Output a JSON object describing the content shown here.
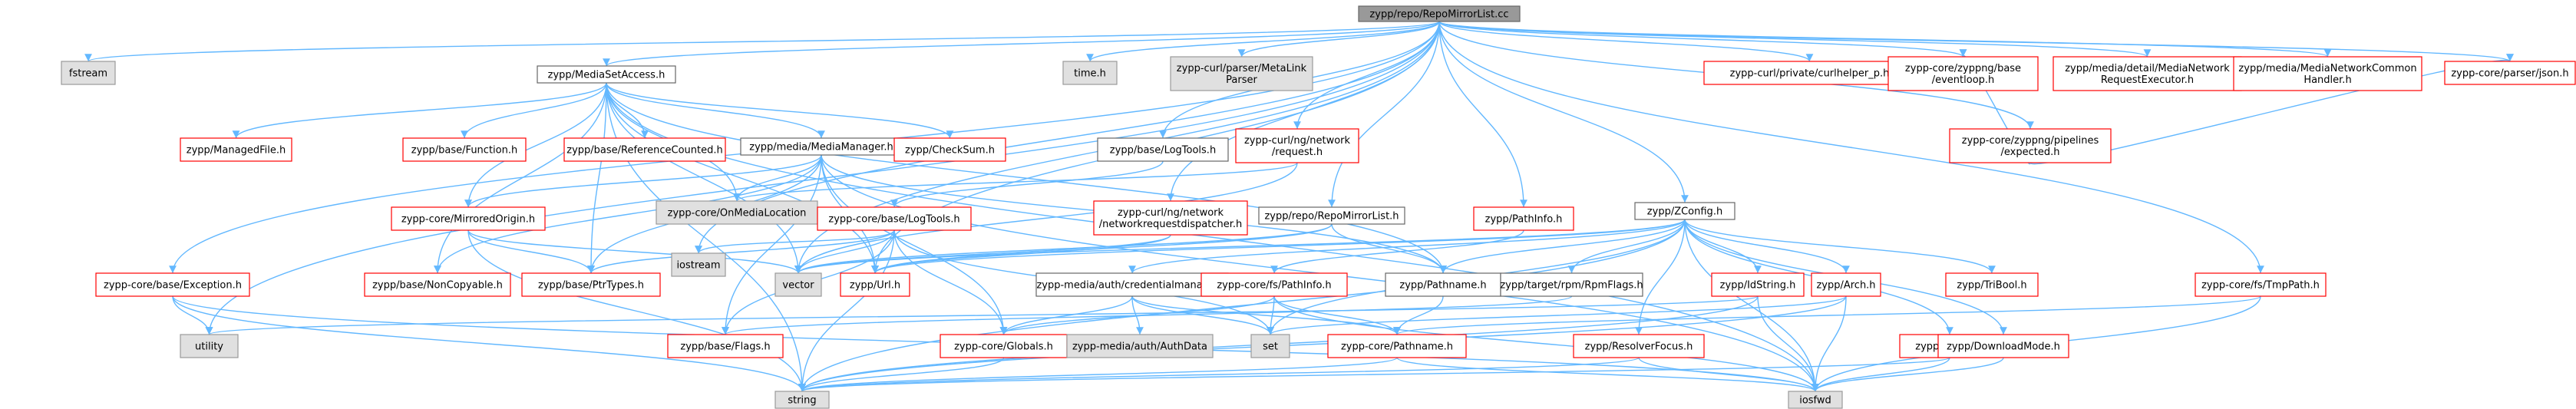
{
  "title": "zypp/repo/RepoMirrorList.cc",
  "colors": {
    "edge": "#63b8ff",
    "root_fill": "#999999",
    "root_border": "#666666",
    "internal_fill": "#ffffff",
    "internal_border": "#666666",
    "external_fill": "#e0e0e0",
    "external_border": "#999999",
    "missing_fill": "#ffffff",
    "missing_border": "#ff0000"
  },
  "nodes": [
    {
      "id": "root",
      "label": [
        "zypp/repo/RepoMirrorList.cc"
      ],
      "kind": "root"
    },
    {
      "id": "fstream",
      "label": [
        "fstream"
      ],
      "kind": "external"
    },
    {
      "id": "mediasetaccess",
      "label": [
        "zypp/MediaSetAccess.h"
      ],
      "kind": "internal"
    },
    {
      "id": "time",
      "label": [
        "time.h"
      ],
      "kind": "external"
    },
    {
      "id": "metalinkparser",
      "label": [
        "zypp-curl/parser/MetaLink",
        "Parser"
      ],
      "kind": "external"
    },
    {
      "id": "curlhelper",
      "label": [
        "zypp-curl/private/curlhelper_p.h"
      ],
      "kind": "missing"
    },
    {
      "id": "eventloop",
      "label": [
        "zypp-core/zyppng/base",
        "/eventloop.h"
      ],
      "kind": "missing"
    },
    {
      "id": "mnre",
      "label": [
        "zypp/media/detail/MediaNetwork",
        "RequestExecutor.h"
      ],
      "kind": "missing"
    },
    {
      "id": "mnch",
      "label": [
        "zypp/media/MediaNetworkCommon",
        "Handler.h"
      ],
      "kind": "missing"
    },
    {
      "id": "json",
      "label": [
        "zypp-core/parser/json.h"
      ],
      "kind": "missing"
    },
    {
      "id": "managedfile",
      "label": [
        "zypp/ManagedFile.h"
      ],
      "kind": "missing"
    },
    {
      "id": "function",
      "label": [
        "zypp/base/Function.h"
      ],
      "kind": "missing"
    },
    {
      "id": "refcounted",
      "label": [
        "zypp/base/ReferenceCounted.h"
      ],
      "kind": "missing"
    },
    {
      "id": "mediamanager",
      "label": [
        "zypp/media/MediaManager.h"
      ],
      "kind": "internal"
    },
    {
      "id": "checksum",
      "label": [
        "zypp/CheckSum.h"
      ],
      "kind": "missing"
    },
    {
      "id": "baselogtools",
      "label": [
        "zypp/base/LogTools.h"
      ],
      "kind": "internal"
    },
    {
      "id": "netrequest",
      "label": [
        "zypp-curl/ng/network",
        "/request.h"
      ],
      "kind": "missing"
    },
    {
      "id": "expected",
      "label": [
        "zypp-core/zyppng/pipelines",
        "/expected.h"
      ],
      "kind": "missing"
    },
    {
      "id": "mirroredorigin",
      "label": [
        "zypp-core/MirroredOrigin.h"
      ],
      "kind": "missing"
    },
    {
      "id": "onmedialocation",
      "label": [
        "zypp-core/OnMediaLocation"
      ],
      "kind": "external"
    },
    {
      "id": "corelogtools",
      "label": [
        "zypp-core/base/LogTools.h"
      ],
      "kind": "missing"
    },
    {
      "id": "nrdispatcher",
      "label": [
        "zypp-curl/ng/network",
        "/networkrequestdispatcher.h"
      ],
      "kind": "missing"
    },
    {
      "id": "repomirrorlist",
      "label": [
        "zypp/repo/RepoMirrorList.h"
      ],
      "kind": "internal"
    },
    {
      "id": "pathinfo",
      "label": [
        "zypp/PathInfo.h"
      ],
      "kind": "missing"
    },
    {
      "id": "zconfig",
      "label": [
        "zypp/ZConfig.h"
      ],
      "kind": "internal"
    },
    {
      "id": "iostream",
      "label": [
        "iostream"
      ],
      "kind": "external"
    },
    {
      "id": "exception",
      "label": [
        "zypp-core/base/Exception.h"
      ],
      "kind": "missing"
    },
    {
      "id": "noncopyable",
      "label": [
        "zypp/base/NonCopyable.h"
      ],
      "kind": "missing"
    },
    {
      "id": "ptrtypes",
      "label": [
        "zypp/base/PtrTypes.h"
      ],
      "kind": "missing"
    },
    {
      "id": "vector",
      "label": [
        "vector"
      ],
      "kind": "external"
    },
    {
      "id": "url",
      "label": [
        "zypp/Url.h"
      ],
      "kind": "missing"
    },
    {
      "id": "credmanager",
      "label": [
        "zypp-media/auth/credentialmanager.h"
      ],
      "kind": "internal"
    },
    {
      "id": "fspathinfo",
      "label": [
        "zypp-core/fs/PathInfo.h"
      ],
      "kind": "missing"
    },
    {
      "id": "pathname",
      "label": [
        "zypp/Pathname.h"
      ],
      "kind": "internal"
    },
    {
      "id": "rpmflags",
      "label": [
        "zypp/target/rpm/RpmFlags.h"
      ],
      "kind": "internal"
    },
    {
      "id": "idstring",
      "label": [
        "zypp/IdString.h"
      ],
      "kind": "missing"
    },
    {
      "id": "arch",
      "label": [
        "zypp/Arch.h"
      ],
      "kind": "missing"
    },
    {
      "id": "tribool",
      "label": [
        "zypp/TriBool.h"
      ],
      "kind": "missing"
    },
    {
      "id": "tmppath",
      "label": [
        "zypp-core/fs/TmpPath.h"
      ],
      "kind": "missing"
    },
    {
      "id": "utility",
      "label": [
        "utility"
      ],
      "kind": "external"
    },
    {
      "id": "flags",
      "label": [
        "zypp/base/Flags.h"
      ],
      "kind": "missing"
    },
    {
      "id": "globals",
      "label": [
        "zypp-core/Globals.h"
      ],
      "kind": "missing"
    },
    {
      "id": "authdata",
      "label": [
        "zypp-media/auth/AuthData"
      ],
      "kind": "external"
    },
    {
      "id": "set",
      "label": [
        "set"
      ],
      "kind": "external"
    },
    {
      "id": "corepathname",
      "label": [
        "zypp-core/Pathname.h"
      ],
      "kind": "missing"
    },
    {
      "id": "resolverfocus",
      "label": [
        "zypp/ResolverFocus.h"
      ],
      "kind": "missing"
    },
    {
      "id": "locale",
      "label": [
        "zypp/Locale.h"
      ],
      "kind": "missing"
    },
    {
      "id": "downloadmode",
      "label": [
        "zypp/DownloadMode.h"
      ],
      "kind": "missing"
    },
    {
      "id": "string",
      "label": [
        "string"
      ],
      "kind": "external"
    },
    {
      "id": "iosfwd",
      "label": [
        "iosfwd"
      ],
      "kind": "external"
    }
  ],
  "edges": [
    [
      "root",
      "fstream"
    ],
    [
      "root",
      "mediasetaccess"
    ],
    [
      "root",
      "time"
    ],
    [
      "root",
      "metalinkparser"
    ],
    [
      "root",
      "curlhelper"
    ],
    [
      "root",
      "eventloop"
    ],
    [
      "root",
      "mnre"
    ],
    [
      "root",
      "mnch"
    ],
    [
      "root",
      "json"
    ],
    [
      "root",
      "baselogtools"
    ],
    [
      "root",
      "netrequest"
    ],
    [
      "root",
      "expected"
    ],
    [
      "root",
      "nrdispatcher"
    ],
    [
      "root",
      "repomirrorlist"
    ],
    [
      "root",
      "pathinfo"
    ],
    [
      "root",
      "zconfig"
    ],
    [
      "root",
      "tmppath"
    ],
    [
      "root",
      "exception"
    ],
    [
      "root",
      "utility"
    ],
    [
      "root",
      "iostream"
    ],
    [
      "root",
      "vector"
    ],
    [
      "root",
      "url"
    ],
    [
      "mediasetaccess",
      "managedfile"
    ],
    [
      "mediasetaccess",
      "function"
    ],
    [
      "mediasetaccess",
      "refcounted"
    ],
    [
      "mediasetaccess",
      "mediamanager"
    ],
    [
      "mediasetaccess",
      "checksum"
    ],
    [
      "mediasetaccess",
      "mirroredorigin"
    ],
    [
      "mediasetaccess",
      "noncopyable"
    ],
    [
      "mediasetaccess",
      "ptrtypes"
    ],
    [
      "mediasetaccess",
      "vector"
    ],
    [
      "mediasetaccess",
      "url"
    ],
    [
      "mediasetaccess",
      "pathname"
    ],
    [
      "mediasetaccess",
      "iosfwd"
    ],
    [
      "mediasetaccess",
      "string"
    ],
    [
      "mediasetaccess",
      "onmedialocation"
    ],
    [
      "mediamanager",
      "mirroredorigin"
    ],
    [
      "mediamanager",
      "onmedialocation"
    ],
    [
      "mediamanager",
      "noncopyable"
    ],
    [
      "mediamanager",
      "ptrtypes"
    ],
    [
      "mediamanager",
      "pathname"
    ],
    [
      "mediamanager",
      "url"
    ],
    [
      "mediamanager",
      "globals"
    ],
    [
      "mediamanager",
      "flags"
    ],
    [
      "mediamanager",
      "iosfwd"
    ],
    [
      "mirroredorigin",
      "vector"
    ],
    [
      "mirroredorigin",
      "string"
    ],
    [
      "mirroredorigin",
      "ptrtypes"
    ],
    [
      "baselogtools",
      "corelogtools"
    ],
    [
      "corelogtools",
      "iostream"
    ],
    [
      "corelogtools",
      "vector"
    ],
    [
      "corelogtools",
      "string"
    ],
    [
      "corelogtools",
      "globals"
    ],
    [
      "corelogtools",
      "ptrtypes"
    ],
    [
      "corelogtools",
      "set"
    ],
    [
      "corelogtools",
      "flags"
    ],
    [
      "netrequest",
      "onmedialocation"
    ],
    [
      "netrequest",
      "vector"
    ],
    [
      "expected",
      "json"
    ],
    [
      "expected",
      "eventloop"
    ],
    [
      "nrdispatcher",
      "vector"
    ],
    [
      "nrdispatcher",
      "url"
    ],
    [
      "repomirrorlist",
      "vector"
    ],
    [
      "repomirrorlist",
      "pathname"
    ],
    [
      "repomirrorlist",
      "url"
    ],
    [
      "pathinfo",
      "fspathinfo"
    ],
    [
      "zconfig",
      "vector"
    ],
    [
      "zconfig",
      "set"
    ],
    [
      "zconfig",
      "url"
    ],
    [
      "zconfig",
      "pathname"
    ],
    [
      "zconfig",
      "rpmflags"
    ],
    [
      "zconfig",
      "idstring"
    ],
    [
      "zconfig",
      "arch"
    ],
    [
      "zconfig",
      "tribool"
    ],
    [
      "zconfig",
      "locale"
    ],
    [
      "zconfig",
      "downloadmode"
    ],
    [
      "zconfig",
      "resolverfocus"
    ],
    [
      "zconfig",
      "iosfwd"
    ],
    [
      "zconfig",
      "string"
    ],
    [
      "zconfig",
      "credmanager"
    ],
    [
      "exception",
      "utility"
    ],
    [
      "exception",
      "string"
    ],
    [
      "exception",
      "iosfwd"
    ],
    [
      "credmanager",
      "globals"
    ],
    [
      "credmanager",
      "authdata"
    ],
    [
      "credmanager",
      "set"
    ],
    [
      "credmanager",
      "corepathname"
    ],
    [
      "fspathinfo",
      "set"
    ],
    [
      "fspathinfo",
      "corepathname"
    ],
    [
      "fspathinfo",
      "iosfwd"
    ],
    [
      "fspathinfo",
      "globals"
    ],
    [
      "pathname",
      "corepathname"
    ],
    [
      "rpmflags",
      "flags"
    ],
    [
      "idstring",
      "string"
    ],
    [
      "idstring",
      "iosfwd"
    ],
    [
      "idstring",
      "utility"
    ],
    [
      "arch",
      "string"
    ],
    [
      "arch",
      "iosfwd"
    ],
    [
      "arch",
      "set"
    ],
    [
      "locale",
      "string"
    ],
    [
      "locale",
      "iosfwd"
    ],
    [
      "downloadmode",
      "iosfwd"
    ],
    [
      "resolverfocus",
      "string"
    ],
    [
      "resolverfocus",
      "iosfwd"
    ],
    [
      "tmppath",
      "corepathname"
    ],
    [
      "tmppath",
      "iosfwd"
    ],
    [
      "corepathname",
      "string"
    ],
    [
      "corepathname",
      "iosfwd"
    ],
    [
      "globals",
      "string"
    ]
  ]
}
